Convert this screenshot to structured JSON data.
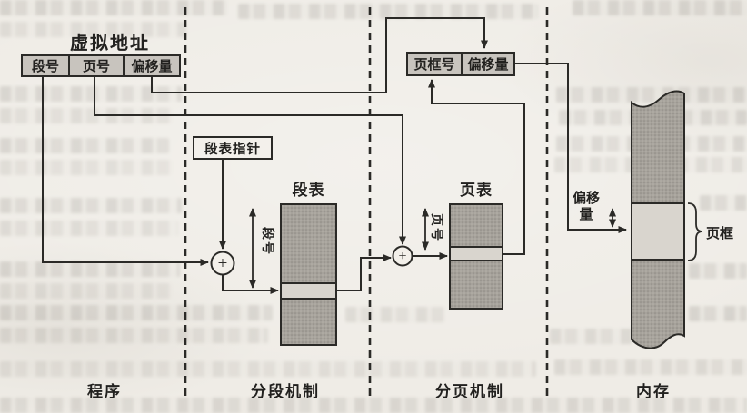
{
  "figure": {
    "virtual_address": {
      "title": "虚拟地址",
      "fields": [
        "段号",
        "页号",
        "偏移量"
      ]
    },
    "segment_table_pointer_label": "段表指针",
    "segment_table": {
      "title": "段表",
      "index_label": "段号"
    },
    "page_table": {
      "title": "页表",
      "index_label": "页号"
    },
    "physical_address": {
      "fields": [
        "页框号",
        "偏移量"
      ]
    },
    "memory": {
      "offset_label": "偏移量",
      "page_frame_label": "页框"
    },
    "adder_symbol": "+",
    "lanes": {
      "program": "程序",
      "segmentation": "分段机制",
      "paging": "分页机制",
      "memory": "内存"
    },
    "colors": {
      "line": "#2b2a27",
      "cell_fill": "#c8c4be",
      "table_fill": "#a6a29b",
      "highlight_fill": "#d9d5ce",
      "paper": "#efece6"
    }
  }
}
